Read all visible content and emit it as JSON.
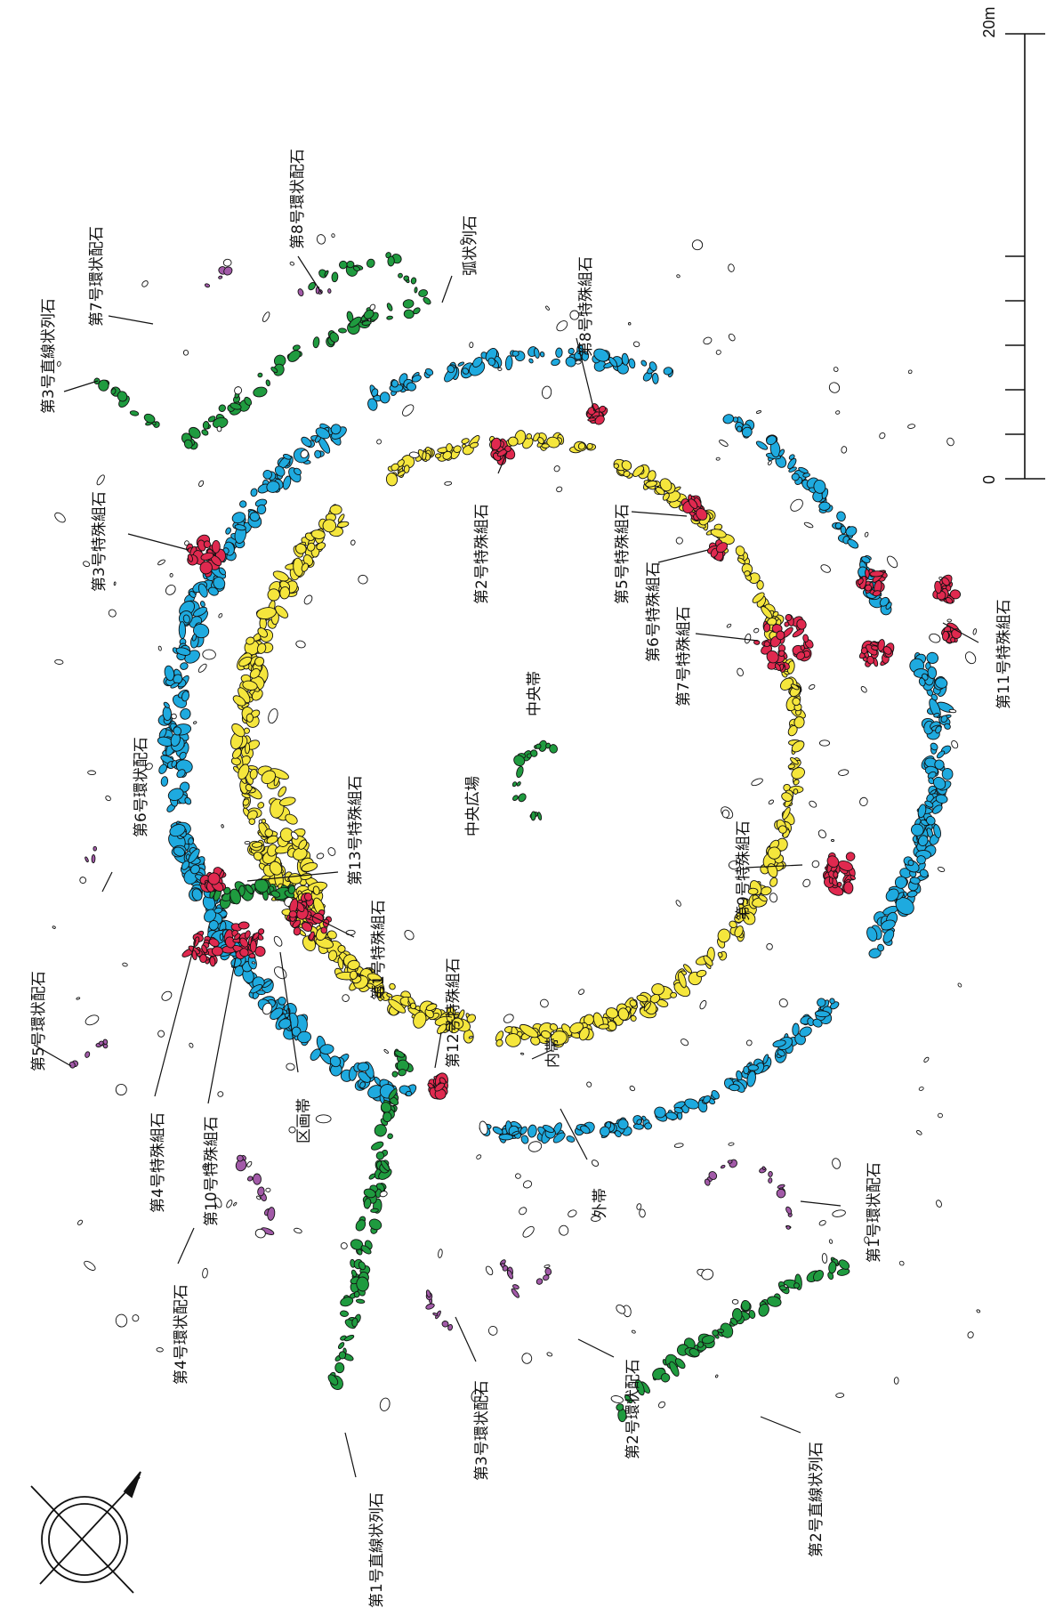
{
  "colors": {
    "outer_zone": "#1eaadf",
    "inner_zone": "#f5e63c",
    "special_stones": "#e0294f",
    "linear_rows": "#1f9b3f",
    "ring_arrangements": "#a25aa8",
    "plain_stone": "#ffffff",
    "outline": "#111111"
  },
  "scale": {
    "top_label": "20m",
    "bottom_label": "0"
  },
  "north_arrow": {
    "icon": "north-arrow-icon"
  },
  "labels": {
    "c3_linear": "第3号直線状列石",
    "c7_ring": "第7号環状配石",
    "c8_ring": "第8号環状配石",
    "arc_row": "弧状列石",
    "s8": "第8号特殊組石",
    "s3": "第3号特殊組石",
    "s2": "第2号特殊組石",
    "s5": "第5号特殊組石",
    "s6": "第6号特殊組石",
    "s7": "第7号特殊組石",
    "s11": "第11号特殊組石",
    "central_zone": "中央帯",
    "central_plaza": "中央広場",
    "c6_ring": "第6号環状配石",
    "s13": "第13号特殊組石",
    "s1": "第1号特殊組石",
    "s9": "第9号特殊組石",
    "s12": "第12号特殊組石",
    "inner_zone": "内帯",
    "c5_ring": "第5号環状配石",
    "s4": "第4号特殊組石",
    "s10": "第10号特殊組石",
    "divider_zone": "区画帯",
    "outer_zone": "外帯",
    "c1_ring": "第1号環状配石",
    "c4_ring": "第4号環状配石",
    "c3_ring": "第3号環状配石",
    "c2_ring": "第2号環状配石",
    "c1_linear": "第1号直線状列石",
    "c2_linear": "第2号直線状列石"
  }
}
